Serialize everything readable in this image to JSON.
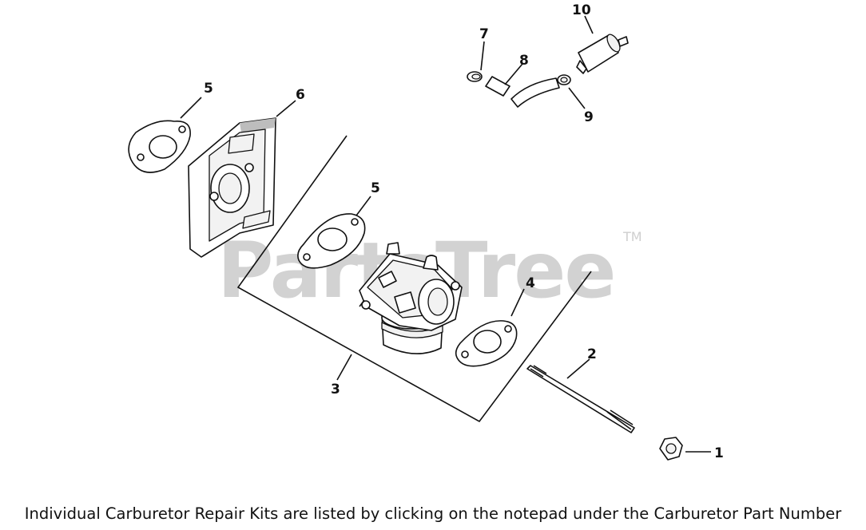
{
  "watermark": {
    "brand": "PartsTree",
    "trademark": "TM"
  },
  "callouts": [
    {
      "id": "1",
      "label": "1"
    },
    {
      "id": "2",
      "label": "2"
    },
    {
      "id": "3",
      "label": "3"
    },
    {
      "id": "4",
      "label": "4"
    },
    {
      "id": "5a",
      "label": "5"
    },
    {
      "id": "5b",
      "label": "5"
    },
    {
      "id": "6",
      "label": "6"
    },
    {
      "id": "7",
      "label": "7"
    },
    {
      "id": "8",
      "label": "8"
    },
    {
      "id": "9",
      "label": "9"
    },
    {
      "id": "10",
      "label": "10"
    }
  ],
  "caption": "Individual Carburetor Repair Kits are listed by clicking on the notepad under the Carburetor Part Number"
}
